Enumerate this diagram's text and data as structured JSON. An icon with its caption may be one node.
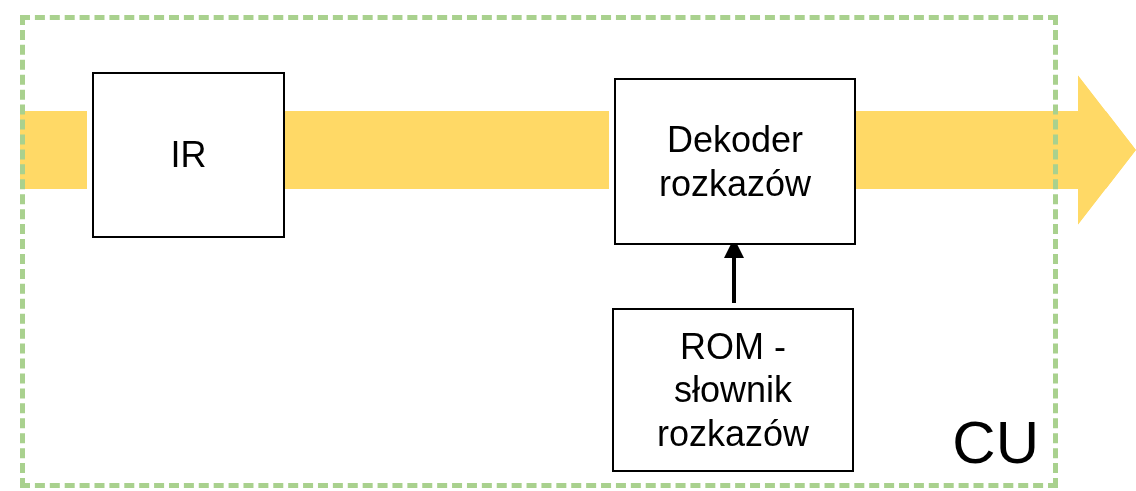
{
  "diagram": {
    "nodes": [
      {
        "text": [
          "CU"
        ]
      },
      {
        "text": [
          "IR"
        ],
        "in": 0
      },
      {
        "text": [
          "Dekoder rozkazów"
        ],
        "in": 0
      },
      {
        "text": [
          "ROM - słownik rozkazów"
        ],
        "in": 0
      }
    ],
    "edges": [
      {
        "from": null,
        "to": 1,
        "arrow": "none",
        "color": "#ffd966"
      },
      {
        "from": 1,
        "to": 2,
        "arrow": "none",
        "color": "#ffd966"
      },
      {
        "from": 2,
        "to": null,
        "arrow": "to",
        "color": "#ffd966"
      },
      {
        "from": 3,
        "to": 2,
        "arrow": "to",
        "color": "#000000"
      }
    ]
  }
}
